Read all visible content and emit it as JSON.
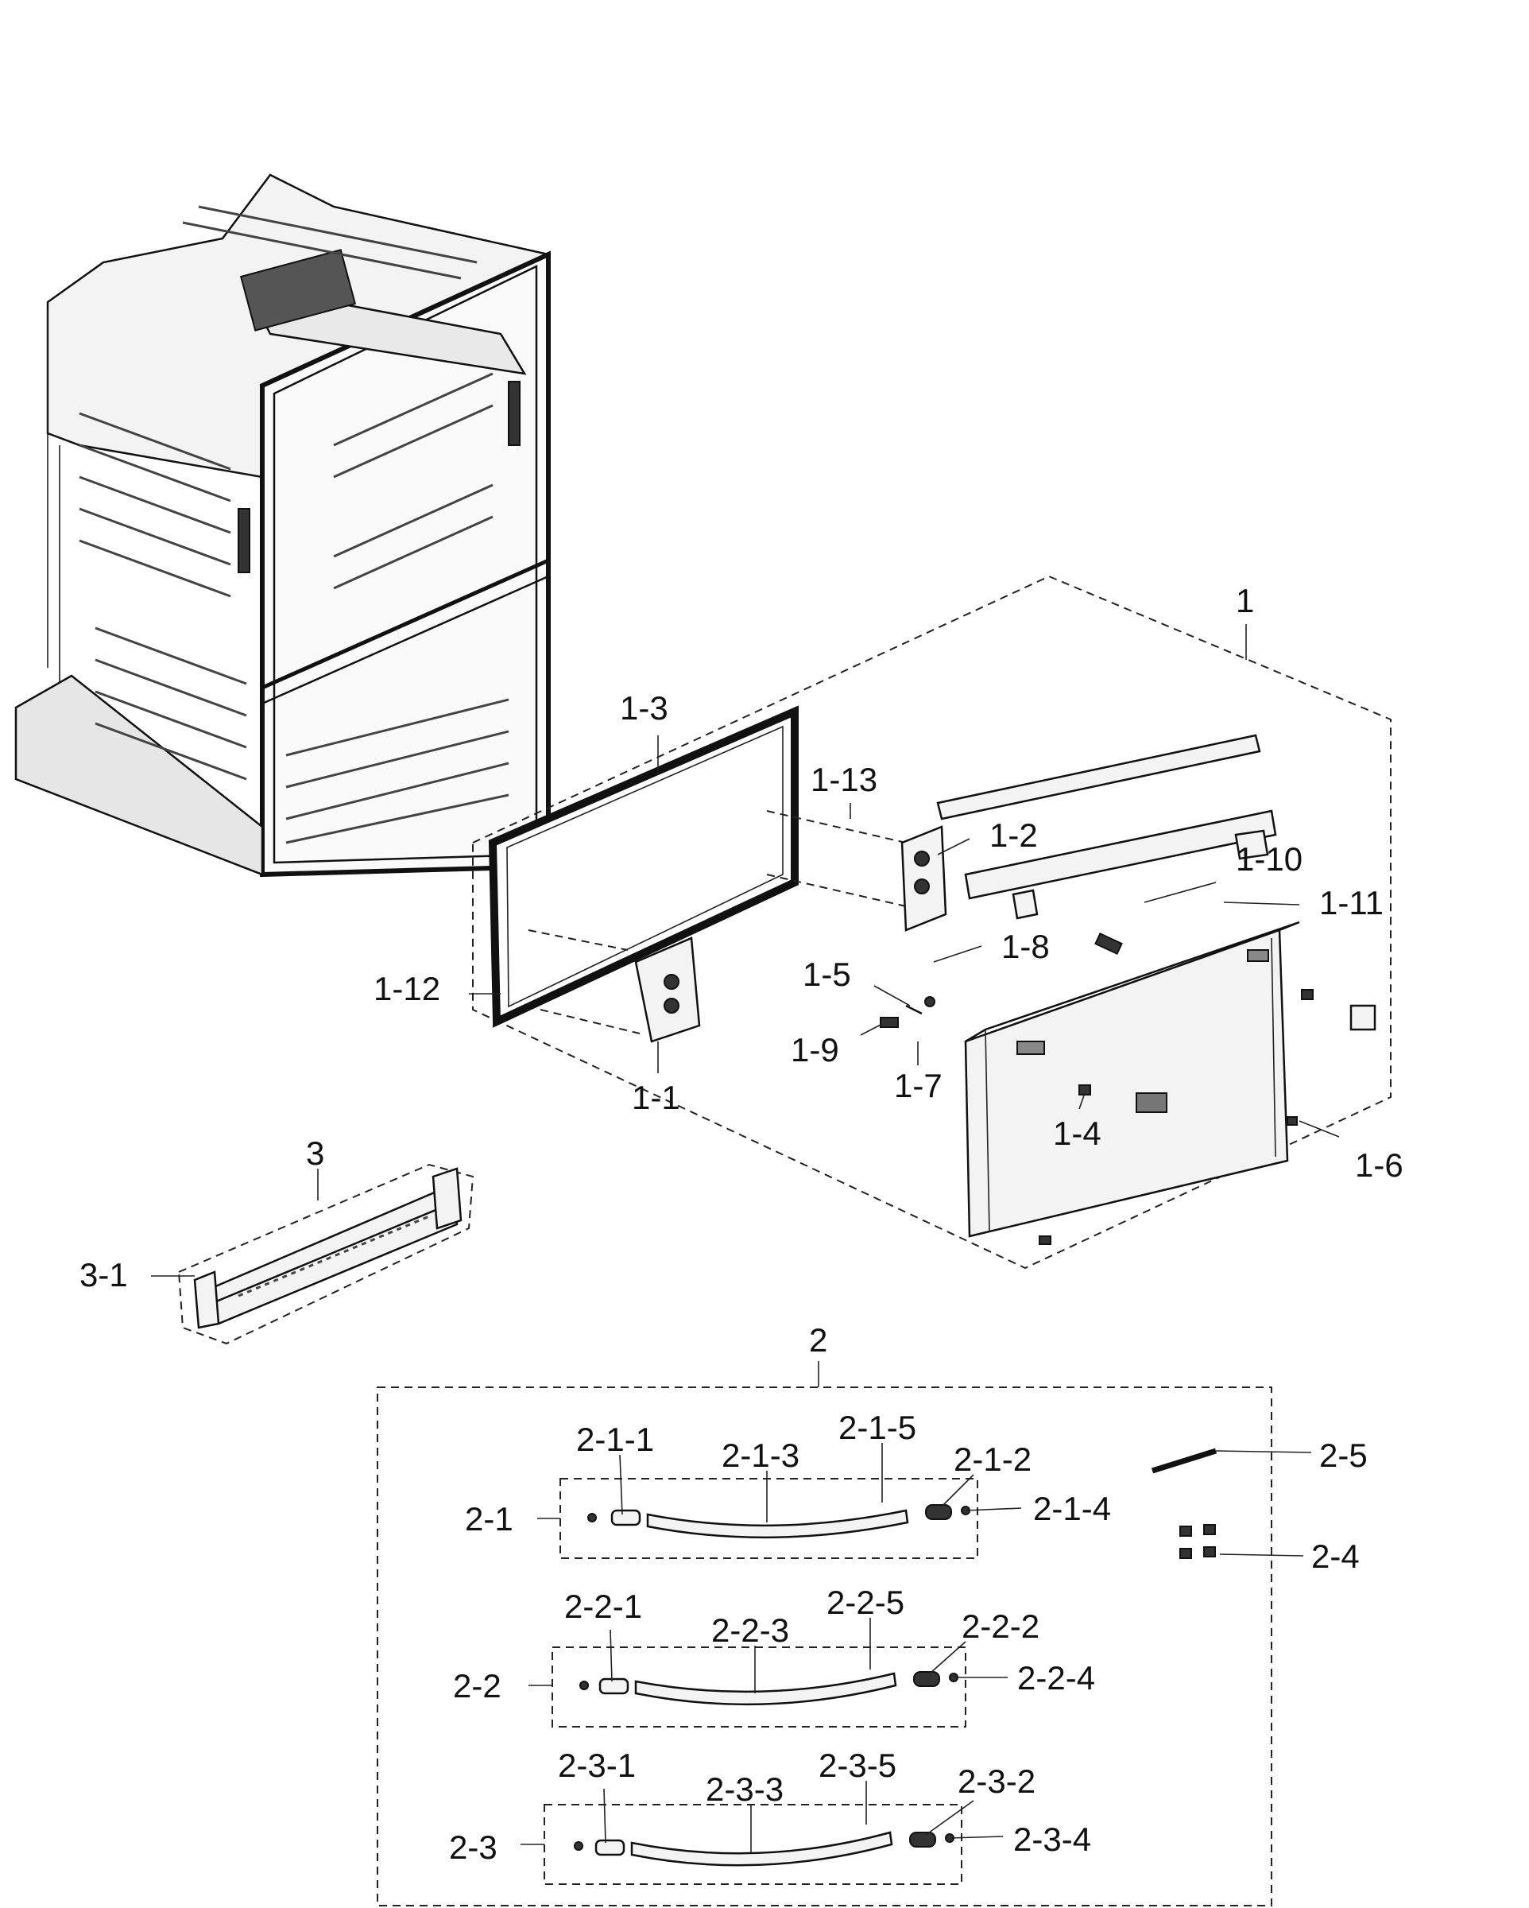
{
  "labels": {
    "p1": "1",
    "p1_1": "1-1",
    "p1_2": "1-2",
    "p1_3": "1-3",
    "p1_4": "1-4",
    "p1_5": "1-5",
    "p1_6": "1-6",
    "p1_7": "1-7",
    "p1_8": "1-8",
    "p1_9": "1-9",
    "p1_10": "1-10",
    "p1_11": "1-11",
    "p1_12": "1-12",
    "p1_13": "1-13",
    "p2": "2",
    "p2_1": "2-1",
    "p2_1_1": "2-1-1",
    "p2_1_2": "2-1-2",
    "p2_1_3": "2-1-3",
    "p2_1_4": "2-1-4",
    "p2_1_5": "2-1-5",
    "p2_2": "2-2",
    "p2_2_1": "2-2-1",
    "p2_2_2": "2-2-2",
    "p2_2_3": "2-2-3",
    "p2_2_4": "2-2-4",
    "p2_2_5": "2-2-5",
    "p2_3": "2-3",
    "p2_3_1": "2-3-1",
    "p2_3_2": "2-3-2",
    "p2_3_3": "2-3-3",
    "p2_3_4": "2-3-4",
    "p2_3_5": "2-3-5",
    "p2_4": "2-4",
    "p2_5": "2-5",
    "p3": "3",
    "p3_1": "3-1"
  }
}
